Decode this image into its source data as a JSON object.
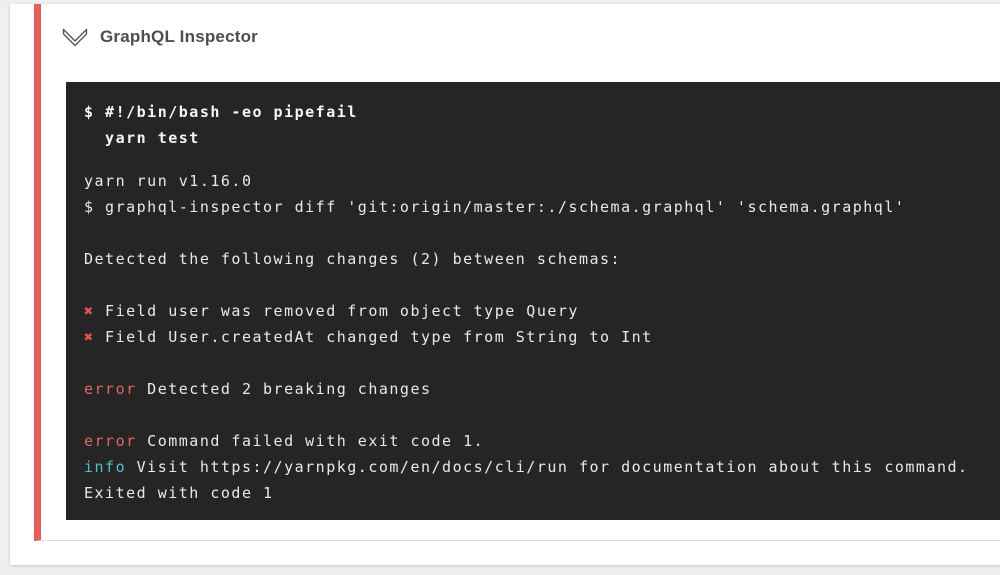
{
  "step": {
    "title": "GraphQL Inspector"
  },
  "colors": {
    "accent_stripe": "#ec5b57",
    "terminal_bg": "#252525",
    "terminal_text": "#e9e9e9",
    "error_red": "#de6764",
    "info_cyan": "#4ebfc9",
    "cross_red": "#e8514e",
    "page_bg": "#efefef"
  },
  "terminal": {
    "lines": [
      {
        "kind": "command",
        "text": "$ #!/bin/bash -eo pipefail"
      },
      {
        "kind": "command",
        "text": "  yarn test"
      },
      {
        "kind": "output",
        "text": "yarn run v1.16.0"
      },
      {
        "kind": "output",
        "text": "$ graphql-inspector diff 'git:origin/master:./schema.graphql' 'schema.graphql'"
      },
      {
        "kind": "output",
        "text": "Detected the following changes (2) between schemas:"
      },
      {
        "kind": "breaking",
        "prefix": "✖",
        "text": " Field user was removed from object type Query"
      },
      {
        "kind": "breaking",
        "prefix": "✖",
        "text": " Field User.createdAt changed type from String to Int"
      },
      {
        "kind": "error",
        "prefix": "error",
        "text": " Detected 2 breaking changes"
      },
      {
        "kind": "error",
        "prefix": "error",
        "text": " Command failed with exit code 1."
      },
      {
        "kind": "info",
        "prefix": "info",
        "text": " Visit https://yarnpkg.com/en/docs/cli/run for documentation about this command."
      },
      {
        "kind": "output",
        "text": "Exited with code 1"
      }
    ]
  }
}
